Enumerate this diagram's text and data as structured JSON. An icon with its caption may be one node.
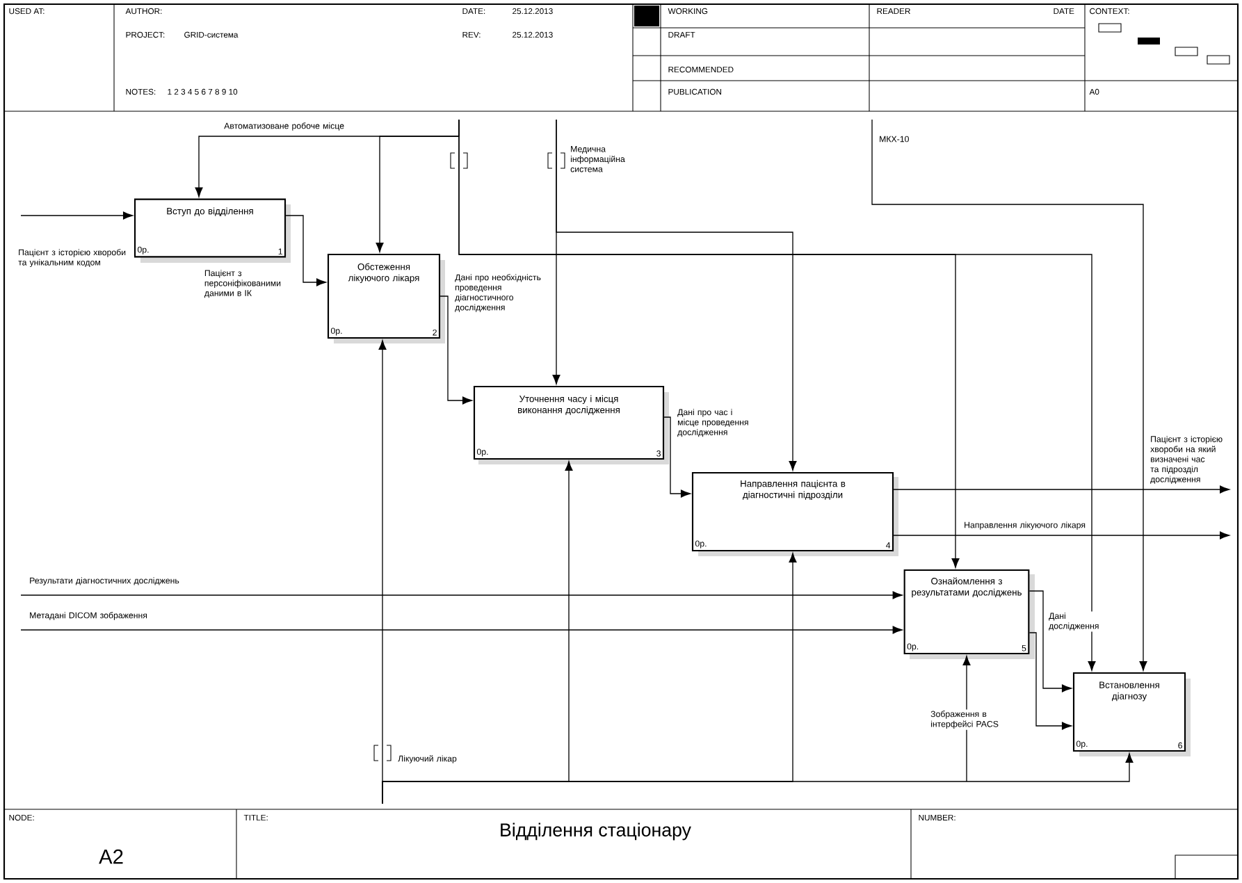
{
  "diagram": {
    "title": "Відділення стаціонару",
    "nodes": [
      {
        "text": [
          "Вступ до відділення",
          "0р.",
          "1"
        ]
      },
      {
        "text": [
          "Обстеження лікуючого лікаря",
          "0р.",
          "2"
        ]
      },
      {
        "text": [
          "Уточнення часу і місця виконання дослідження",
          "0р.",
          "3"
        ]
      },
      {
        "text": [
          "Направлення пацієнта в діагностичні підрозділи",
          "0р.",
          "4"
        ]
      },
      {
        "text": [
          "Ознайомлення з результатами досліджень",
          "0р.",
          "5"
        ]
      },
      {
        "text": [
          "Встановлення діагнозу",
          "0р.",
          "6"
        ]
      }
    ],
    "edges": [
      {
        "from": null,
        "to": 0,
        "arrow": "to",
        "label": "Пацієнт з історією хвороби та унікальним кодом"
      },
      {
        "from": 0,
        "to": 1,
        "arrow": "to",
        "label": "Пацієнт з персоніфікованими даними в ІК"
      },
      {
        "from": 1,
        "to": 2,
        "arrow": "to",
        "label": "Дані про необхідність проведення діагностичного дослідження"
      },
      {
        "from": 2,
        "to": 3,
        "arrow": "to",
        "label": "Дані про час і місце проведення дослідження"
      },
      {
        "from": 3,
        "to": null,
        "arrow": "to",
        "label": "Пацієнт з історією хвороби на який визначені час та підрозділ дослідження"
      },
      {
        "from": 3,
        "to": null,
        "arrow": "to",
        "label": "Направлення лікуючого лікаря"
      },
      {
        "from": null,
        "to": 4,
        "arrow": "to",
        "label": "Результати діагностичних досліджень"
      },
      {
        "from": null,
        "to": 4,
        "arrow": "to",
        "label": "Метадані DICOM зображення"
      },
      {
        "from": 4,
        "to": 5,
        "arrow": "to",
        "label": "Дані дослідження"
      },
      {
        "from": 4,
        "to": 5,
        "arrow": "to"
      },
      {
        "from": null,
        "to": 0,
        "arrow": "to",
        "label": "Автоматизоване робоче місце"
      },
      {
        "from": null,
        "to": 1,
        "arrow": "to"
      },
      {
        "from": null,
        "to": 4,
        "arrow": "to"
      },
      {
        "from": null,
        "to": 5,
        "arrow": "to"
      },
      {
        "from": null,
        "to": 2,
        "arrow": "to",
        "label": "Медична інформаційна система"
      },
      {
        "from": null,
        "to": 3,
        "arrow": "to"
      },
      {
        "from": null,
        "to": 5,
        "arrow": "to",
        "label": "МКХ-10"
      },
      {
        "from": null,
        "to": 1,
        "arrow": "to",
        "label": "Лікуючий лікар"
      },
      {
        "from": null,
        "to": 2,
        "arrow": "to"
      },
      {
        "from": null,
        "to": 3,
        "arrow": "to"
      },
      {
        "from": null,
        "to": 5,
        "arrow": "to"
      },
      {
        "from": null,
        "to": 4,
        "arrow": "to",
        "label": "Зображення в інтерфейсі PACS"
      }
    ],
    "labels": [
      "USED AT:",
      "AUTHOR:",
      "DATE:",
      "25.12.2013",
      "WORKING",
      "READER",
      "DATE",
      "CONTEXT:",
      "PROJECT:",
      "GRID-система",
      "REV:",
      "25.12.2013",
      "DRAFT",
      "RECOMMENDED",
      "NOTES:",
      "1 2 3 4 5 6 7 8 9 10",
      "PUBLICATION",
      "A0",
      "NODE:",
      "A2",
      "TITLE:",
      "NUMBER:"
    ]
  }
}
